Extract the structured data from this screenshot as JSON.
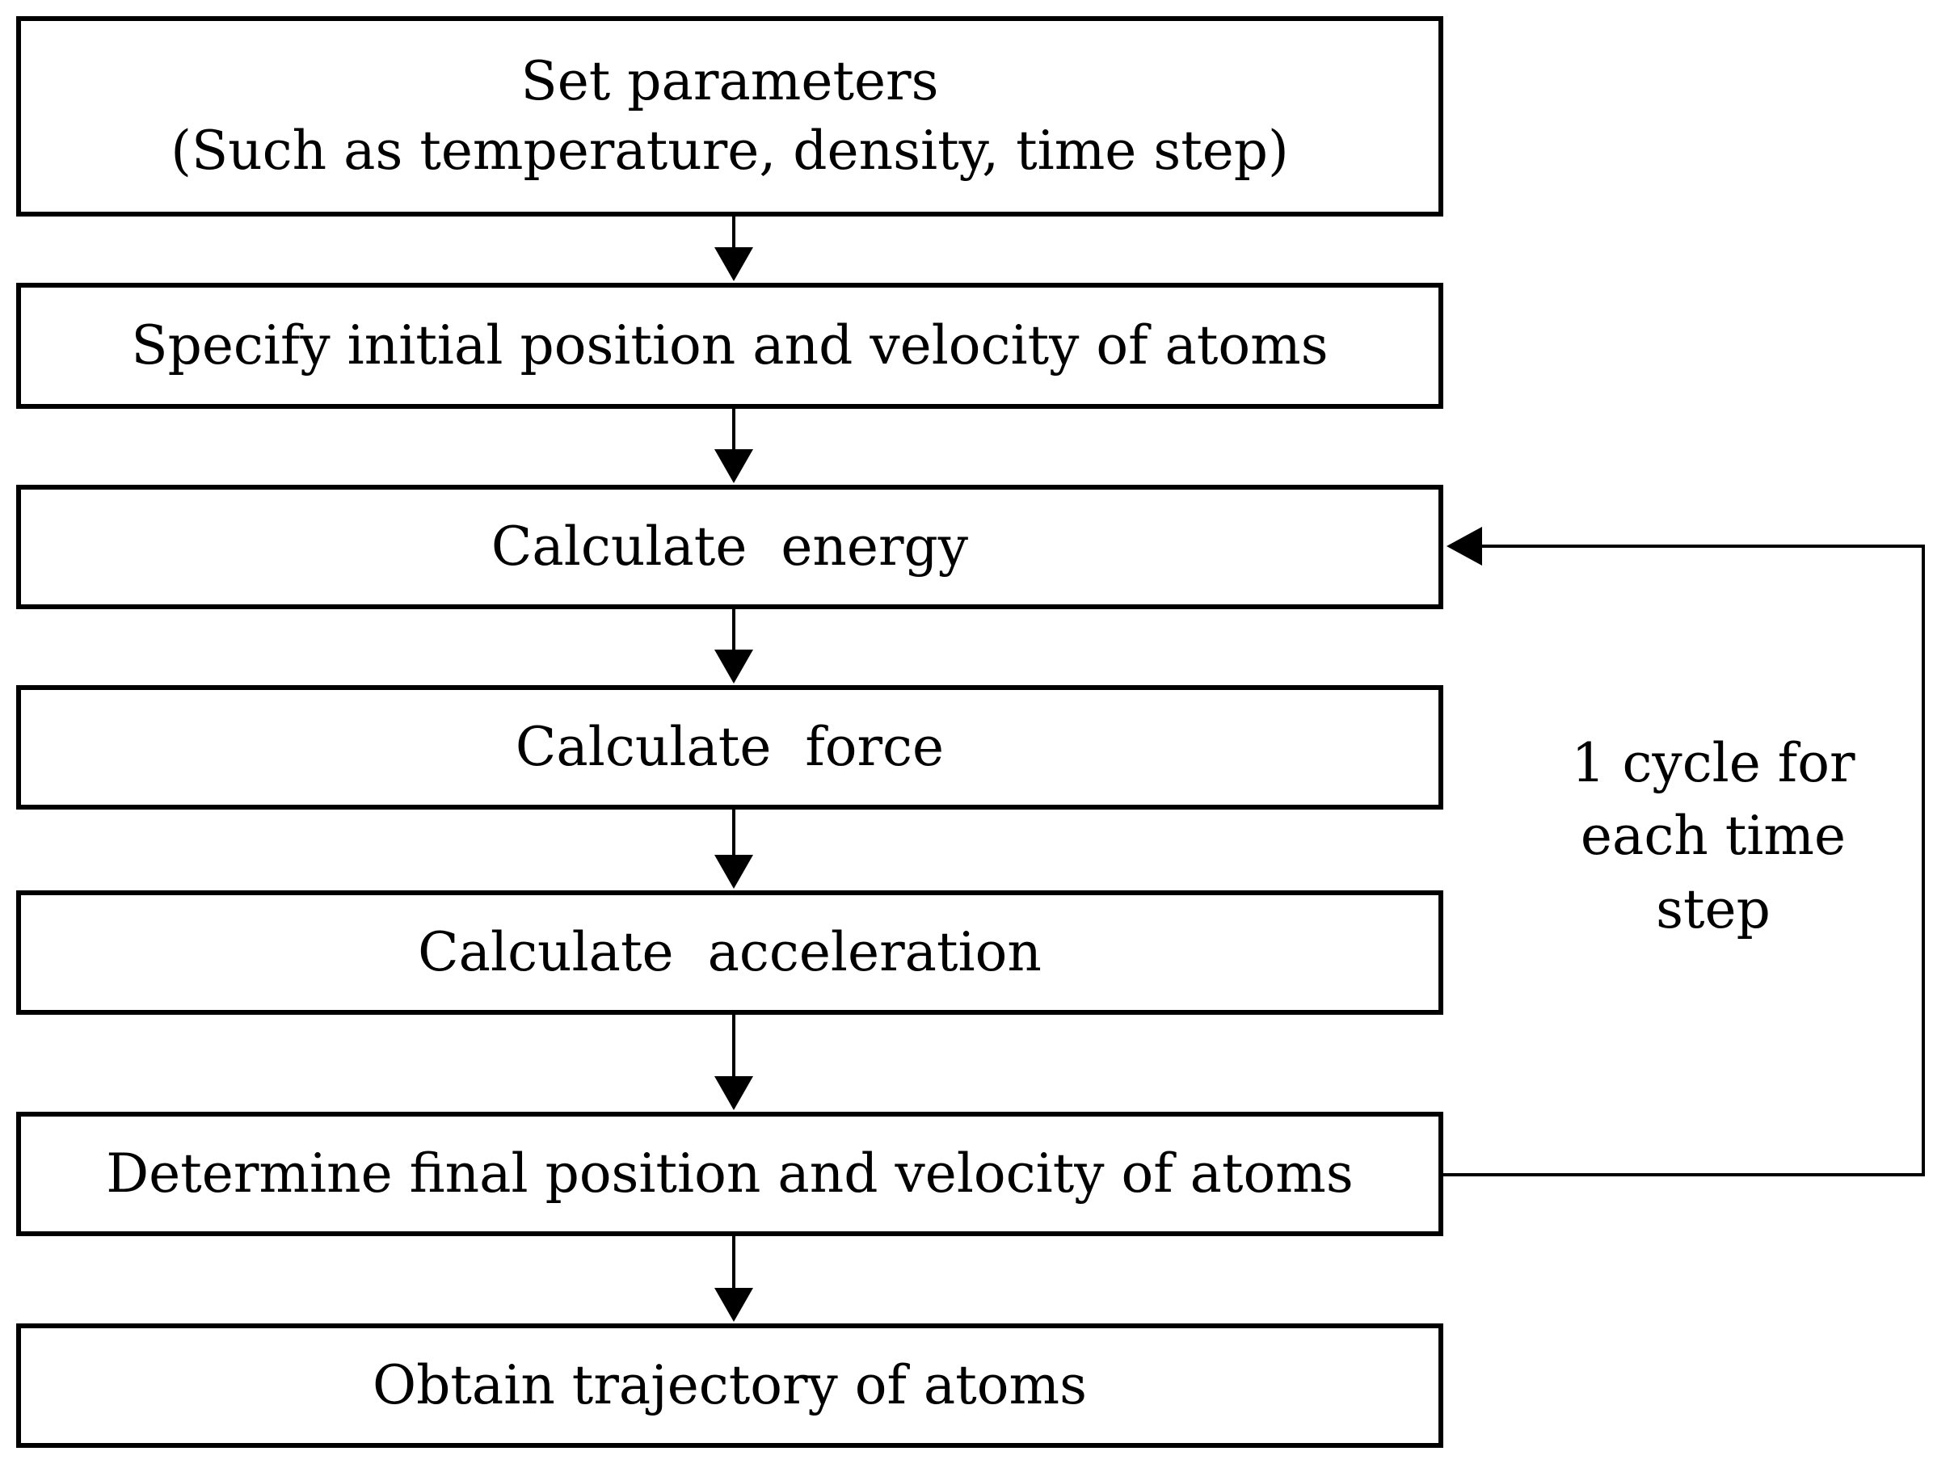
{
  "steps": [
    {
      "lines": [
        "Set parameters",
        "(Such as temperature, density, time step)"
      ]
    },
    {
      "lines": [
        "Specify initial position and velocity of atoms"
      ]
    },
    {
      "lines": [
        "Calculate  energy"
      ]
    },
    {
      "lines": [
        "Calculate  force"
      ]
    },
    {
      "lines": [
        "Calculate  acceleration"
      ]
    },
    {
      "lines": [
        "Determine final position and velocity of atoms"
      ]
    },
    {
      "lines": [
        "Obtain trajectory of atoms"
      ]
    }
  ],
  "loop": {
    "label_lines": [
      "1 cycle for",
      "each time",
      "step"
    ]
  },
  "colors": {
    "stroke": "#000000",
    "fill": "#ffffff"
  }
}
